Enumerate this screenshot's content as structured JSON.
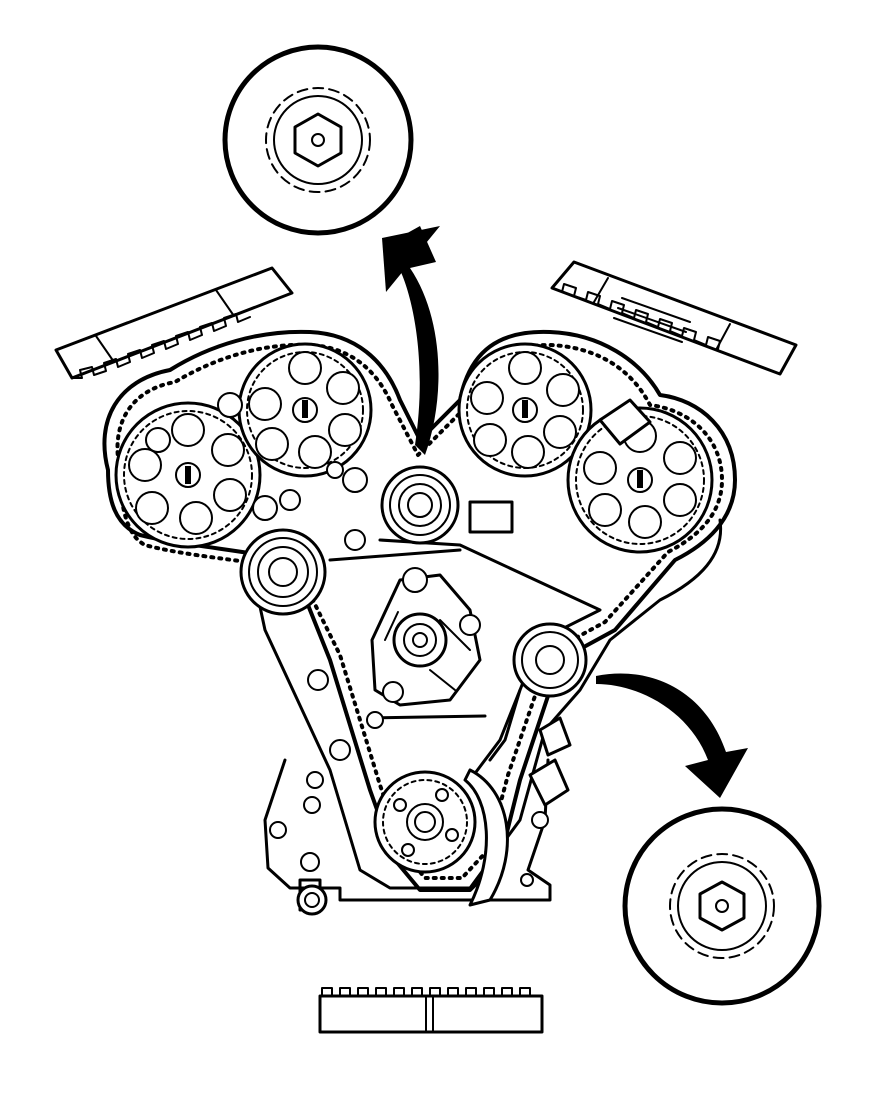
{
  "diagram": {
    "ink_color": "#000000",
    "background_color": "#ffffff",
    "components": [
      "detail-inset-top",
      "detail-inset-bottom",
      "belt-segment-left",
      "belt-segment-right",
      "belt-segment-bottom",
      "left-bank-camshaft-sprockets",
      "right-bank-camshaft-sprockets",
      "idler-pulleys",
      "belt-tensioner",
      "crankshaft-sprocket",
      "curved-arrows"
    ],
    "printed_text": []
  }
}
